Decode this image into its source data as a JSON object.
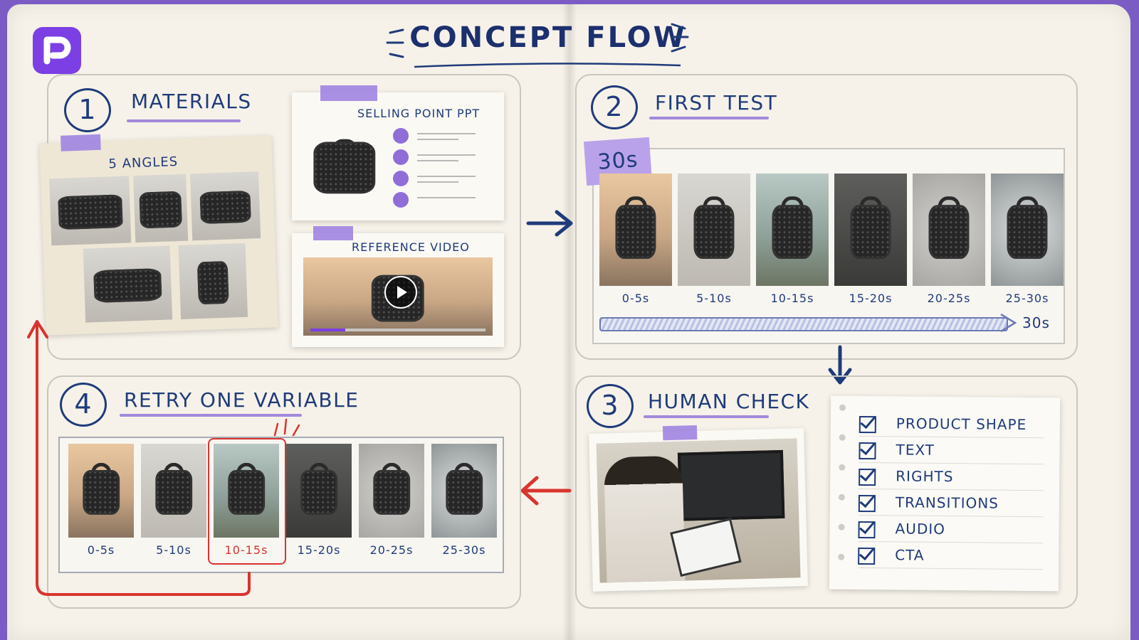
{
  "title": "CONCEPT FLOW",
  "colors": {
    "ink": "#1f3b7a",
    "accent": "#7b3fe4",
    "red": "#d8342f",
    "tape": "#9b7ee0"
  },
  "steps": {
    "materials": {
      "number": "1",
      "title": "MATERIALS",
      "angles_label": "5 ANGLES",
      "ppt_label": "SELLING POINT PPT",
      "ppt_icons": [
        "speaker-icon",
        "battery-icon",
        "water-drop-icon",
        "link-icon"
      ],
      "video_label": "REFERENCE VIDEO",
      "video_progress": 0.2
    },
    "first_test": {
      "number": "2",
      "title": "FIRST TEST",
      "duration_badge": "30s",
      "segments": [
        "0-5s",
        "5-10s",
        "10-15s",
        "15-20s",
        "20-25s",
        "25-30s"
      ],
      "timeline_end_label": "30s"
    },
    "human_check": {
      "number": "3",
      "title": "HUMAN CHECK",
      "checklist": [
        "PRODUCT SHAPE",
        "TEXT",
        "RIGHTS",
        "TRANSITIONS",
        "AUDIO",
        "CTA"
      ]
    },
    "retry": {
      "number": "4",
      "title": "RETRY ONE VARIABLE",
      "segments": [
        "0-5s",
        "5-10s",
        "10-15s",
        "15-20s",
        "20-25s",
        "25-30s"
      ],
      "highlighted_segment": "10-15s"
    }
  }
}
